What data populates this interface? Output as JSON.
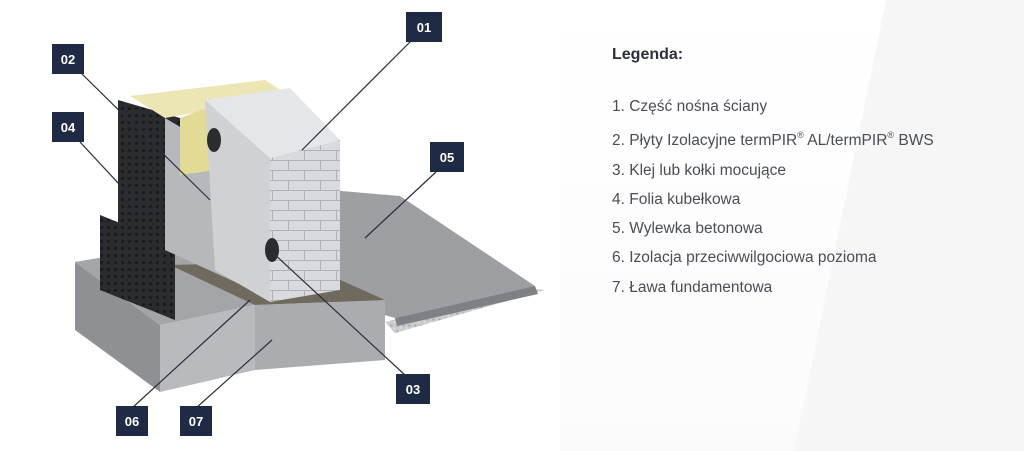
{
  "legend": {
    "title": "Legenda:",
    "items": [
      {
        "text": "1. Część nośna ściany"
      },
      {
        "text": "2. Płyty Izolacyjne termPIR",
        "sup1": "®",
        "mid": " AL/termPIR",
        "sup2": "®",
        "tail": " BWS"
      },
      {
        "text": "3. Klej lub kołki mocujące"
      },
      {
        "text": "4. Folia kubełkowa"
      },
      {
        "text": "5. Wylewka betonowa"
      },
      {
        "text": "6. Izolacja przeciwwilgociowa pozioma"
      },
      {
        "text": "7. Ława fundamentowa"
      }
    ]
  },
  "callouts": [
    {
      "id": "01",
      "label": "01"
    },
    {
      "id": "02",
      "label": "02"
    },
    {
      "id": "03",
      "label": "03"
    },
    {
      "id": "04",
      "label": "04"
    },
    {
      "id": "05",
      "label": "05"
    },
    {
      "id": "06",
      "label": "06"
    },
    {
      "id": "07",
      "label": "07"
    }
  ],
  "colors": {
    "callout_bg": "#1f2a44",
    "insulation": "#ece6b4",
    "concrete": "#a9abae",
    "membrane": "#2d2f33",
    "block": "#d9dbdf"
  }
}
